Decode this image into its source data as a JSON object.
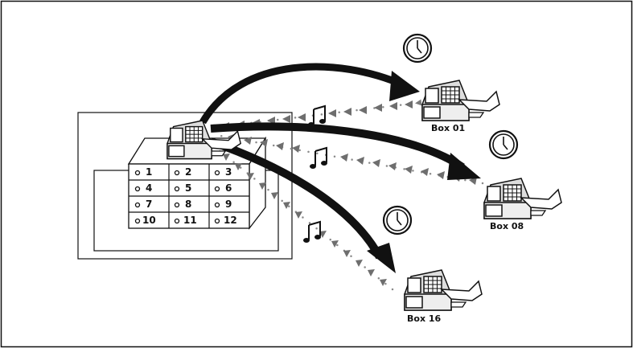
{
  "keypad": {
    "rows": [
      [
        "1",
        "2",
        "3"
      ],
      [
        "4",
        "5",
        "6"
      ],
      [
        "7",
        "8",
        "9"
      ],
      [
        "10",
        "11",
        "12"
      ]
    ]
  },
  "destinations": [
    {
      "label": "Box 01"
    },
    {
      "label": "Box 08"
    },
    {
      "label": "Box 16"
    }
  ],
  "icons": [
    "fax-machine-icon",
    "clock-icon",
    "music-note-icon",
    "arrow-icon"
  ]
}
